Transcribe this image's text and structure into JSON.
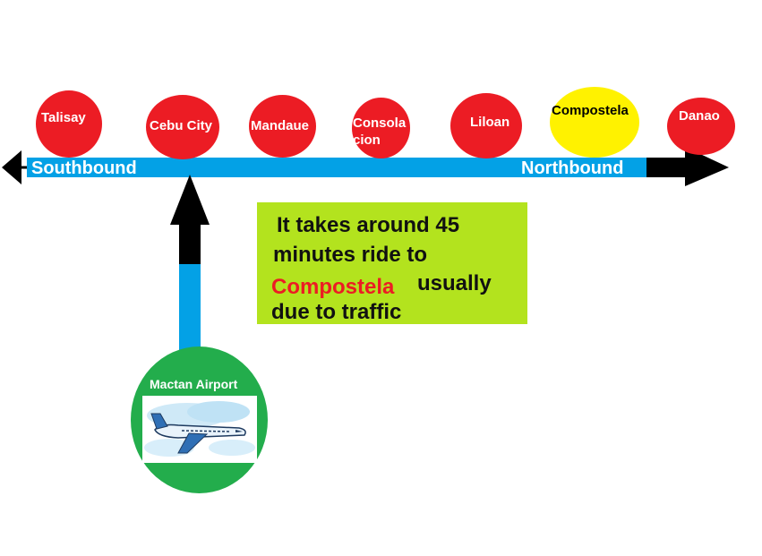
{
  "stations": [
    {
      "label": "Talisay",
      "color": "#ec1c24",
      "highlight": false
    },
    {
      "label": "Cebu City",
      "color": "#ec1c24",
      "highlight": false
    },
    {
      "label": "Mandaue",
      "color": "#ec1c24",
      "highlight": false
    },
    {
      "label_line1": "Consola",
      "label_line2": "cion",
      "color": "#ec1c24",
      "highlight": false
    },
    {
      "label": "Liloan",
      "color": "#ec1c24",
      "highlight": false
    },
    {
      "label": "Compostela",
      "color": "#fff200",
      "highlight": true
    },
    {
      "label": "Danao",
      "color": "#ec1c24",
      "highlight": false
    }
  ],
  "route": {
    "southbound_label": "Southbound",
    "northbound_label": "Northbound",
    "bar_color": "#03a1e6"
  },
  "info": {
    "line1": "It takes around 45",
    "line2": "minutes ride to",
    "destination": "Compostela",
    "line3_rest": "usually",
    "line4": "due to traffic",
    "box_color": "#b3e31e",
    "destination_color": "#ec1c24"
  },
  "airport": {
    "label": "Mactan Airport",
    "color": "#23ad4c",
    "image_icon": "airplane-icon"
  }
}
